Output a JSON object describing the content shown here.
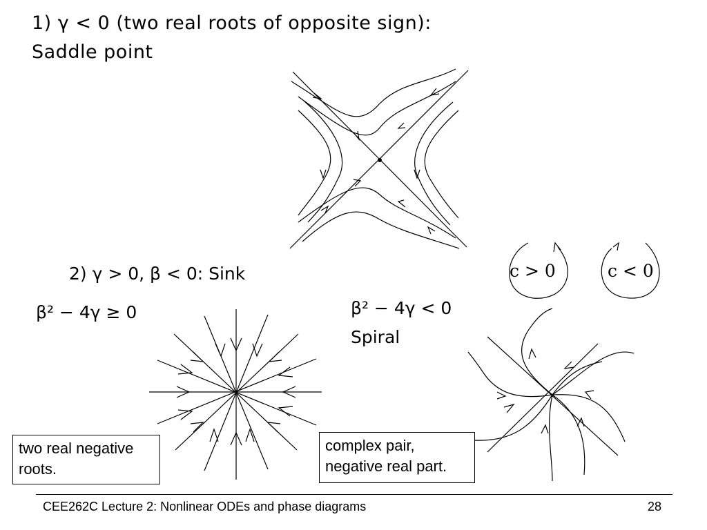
{
  "case1": {
    "heading": "1) γ < 0 (two real roots of opposite sign):",
    "subheading": "Saddle point"
  },
  "case2": {
    "heading": "2) γ > 0, β < 0: Sink",
    "left_condition": "β² − 4γ ≥ 0",
    "right_condition": "β² − 4γ < 0",
    "right_label": "Spiral"
  },
  "rotation": {
    "left": "c > 0",
    "right": "c < 0"
  },
  "boxes": {
    "node": "two real negative roots.",
    "spiral": "complex pair, negative real part."
  },
  "footer": {
    "title": "CEE262C Lecture 2: Nonlinear ODEs and phase diagrams",
    "page": "28"
  }
}
